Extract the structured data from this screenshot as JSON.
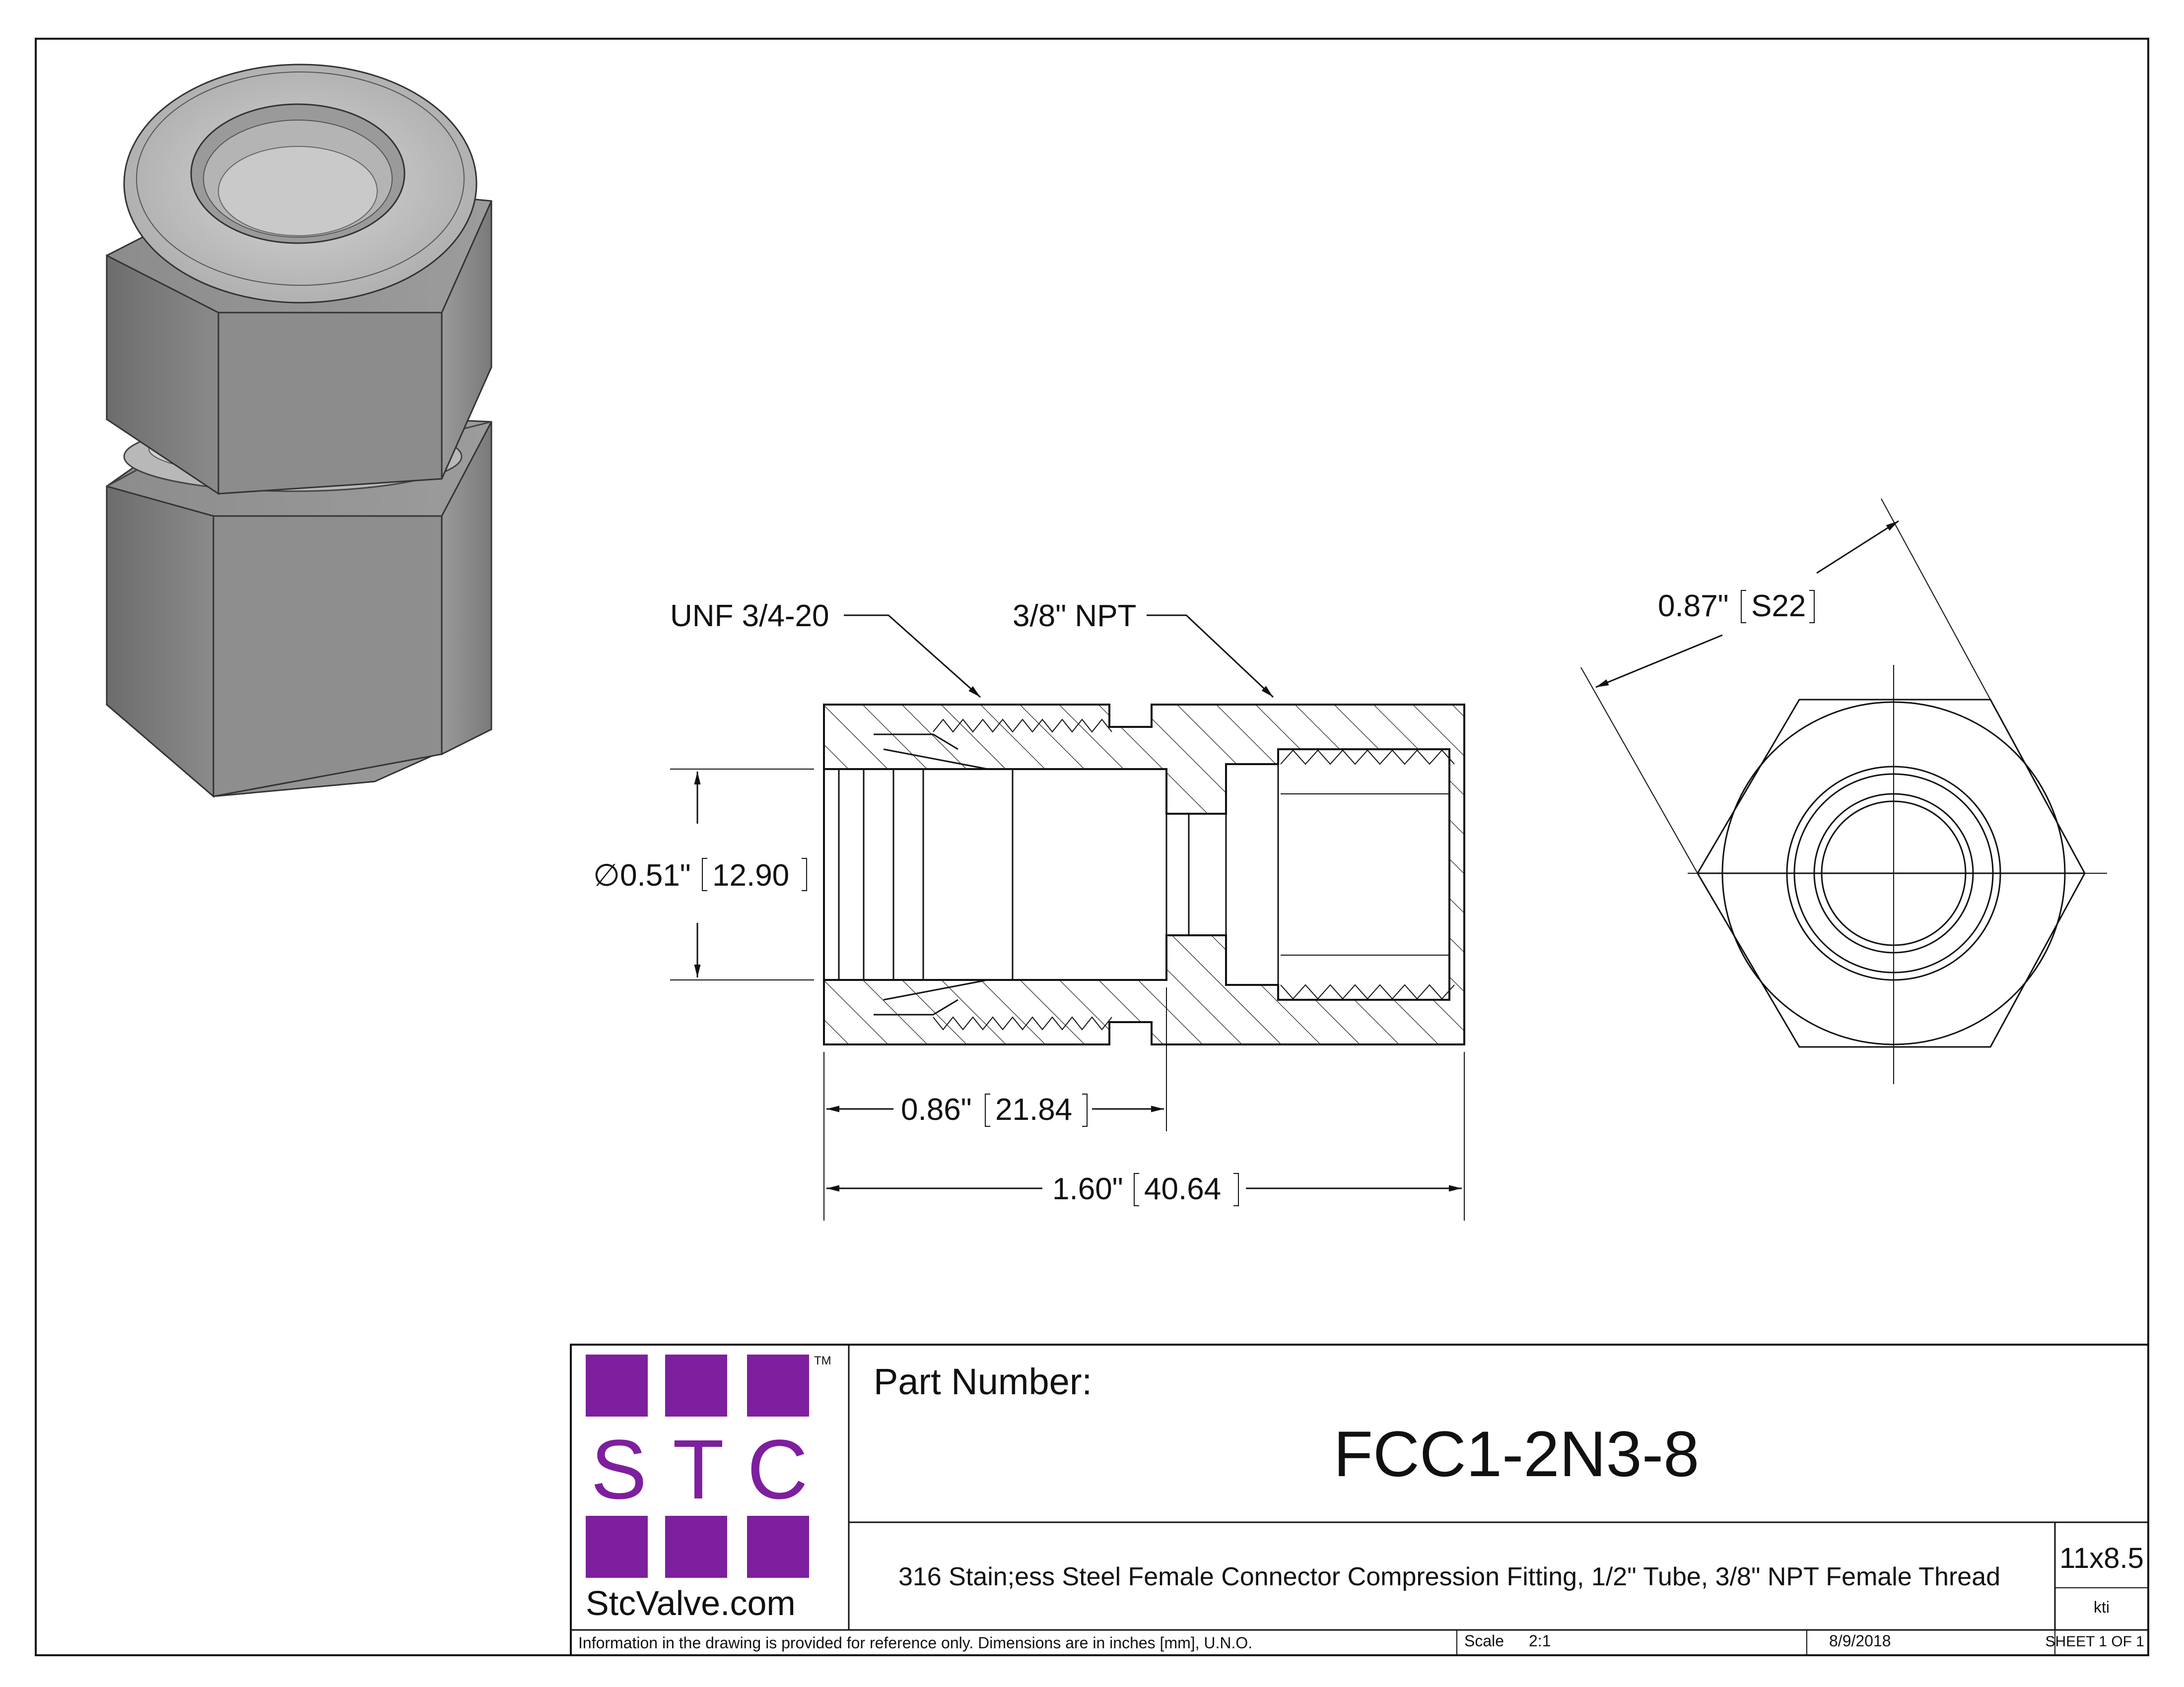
{
  "drawing": {
    "callouts": {
      "thread_unf": "UNF 3/4-20",
      "thread_npt": "3/8\" NPT"
    },
    "dimensions": {
      "bore_diameter": "∅0.51\"",
      "bore_diameter_mm": "12.90",
      "partial_length": "0.86\"",
      "partial_length_mm": "21.84",
      "overall_length": "1.60\"",
      "overall_length_mm": "40.64",
      "hex_flats": "0.87\"",
      "hex_flats_mm": "S22"
    }
  },
  "title_block": {
    "logo": {
      "letters": [
        "S",
        "T",
        "C"
      ],
      "tm": "TM",
      "url": "StcValve.com",
      "color": "#7d1f9e"
    },
    "part_number_label": "Part Number:",
    "part_number": "FCC1-2N3-8",
    "description": "316 Stain;ess Steel Female Connector Compression Fitting, 1/2\" Tube, 3/8\" NPT Female Thread",
    "sheet_size": "11x8.5",
    "drawn_by": "kti",
    "disclaimer": "Information in the drawing is provided for reference only. Dimensions are in inches [mm], U.N.O.",
    "scale_label": "Scale",
    "scale_value": "2:1",
    "date": "8/9/2018",
    "sheet": "SHEET 1 OF 1"
  }
}
